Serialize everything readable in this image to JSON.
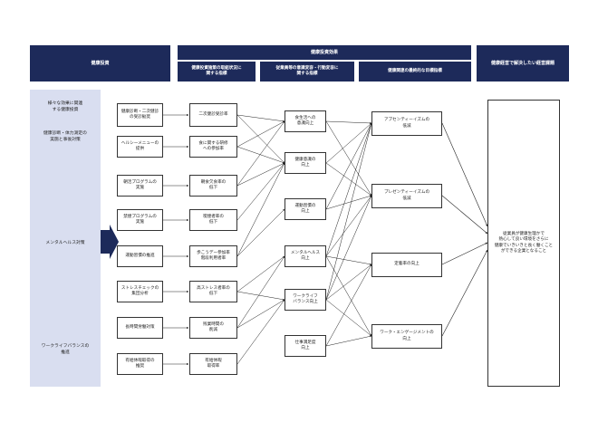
{
  "headers": {
    "investment": "健康投資",
    "effects": "健康投資効果",
    "issue": "健康経営で解決したい経営課題"
  },
  "subheaders": {
    "initiative": "健康投資施策の取組状況に\n関する指標",
    "awareness": "従業員等の意識変容・行動変容に\n関する指標",
    "final": "健康関連の最終的な目標指標"
  },
  "panel": {
    "title": "様々な効果に関連\nする健康投資",
    "item1": "健康診断・体力測定の\n実施と事後対策",
    "item2": "メンタルヘルス対策",
    "item3": "ワークライフバランスの\n推進"
  },
  "col1": [
    "健康診断・二次健診\nの受診勧奨",
    "ヘルシーメニューの\n提供",
    "朝活プログラムの\n実施",
    "禁煙プログラムの\n実施",
    "運動習慣の推進",
    "ストレスチェックの\n集団分析",
    "長時間労働対策",
    "有給休暇取得の\n推奨"
  ],
  "col2": [
    "二次健診受診率",
    "食に関する研修\nへの参加率",
    "朝食欠食率の\n低下",
    "喫煙者率の\n低下",
    "歩こうデー参加率\n階段利用者率",
    "高ストレス者率の\n低下",
    "残業時間の\n削減",
    "有給休暇\n取得率"
  ],
  "col3": [
    "食生活への\n意識向上",
    "健康意識の\n向上",
    "運動習慣の\n向上",
    "メンタルヘルス\n向上",
    "ワークライフ\nバランス向上",
    "仕事満足度\n向上"
  ],
  "col4": [
    "アブセンティーイズムの\n低減",
    "プレゼンティーイズムの\n低減",
    "定着率の向上",
    "ワーク・エンゲージメントの\n向上"
  ],
  "goal": "従業員が健康生理かで\n熱心して良い環境をさらに\n健康でいきいきと長く働くこと\nができる企業となること",
  "colors": {
    "header": "#1d2a5a",
    "panel": "#d9def0",
    "line": "#222222"
  }
}
